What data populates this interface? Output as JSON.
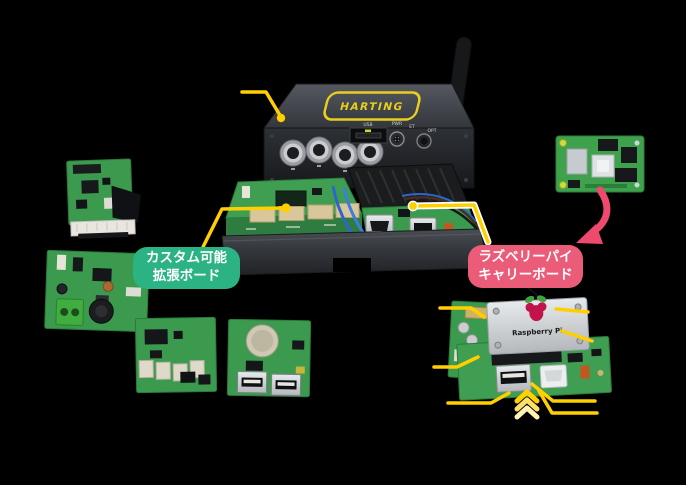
{
  "scene": {
    "background": "#000000",
    "callout_color": "#ffcf00",
    "pcb_green": "#3f9e52",
    "wire_blue": "#2f6fd0"
  },
  "annotations": {
    "expansion_label": {
      "line1": "カスタム可能",
      "line2": "拡張ボード",
      "bg_color": "#2bb383",
      "text_color": "#ffffff"
    },
    "carrier_label": {
      "line1": "ラズベリーパイ",
      "line2": "キャリーボード",
      "bg_color": "#ea5c78",
      "text_color": "#ffffff"
    },
    "pink_arrow_color": "#ee4a6e"
  },
  "mica": {
    "brand": "HARTING",
    "logo_color": "#e8d01c",
    "port_labels": [
      "USB",
      "PWR",
      "ET",
      "OPT"
    ]
  },
  "carrier_case": {
    "label": "Raspberry Pi"
  },
  "icons": {
    "raspberry_logo": {
      "name": "raspberry-pi-logo",
      "berry_color": "#c2134b",
      "leaf_color": "#3da63b"
    },
    "chevron_arrow": {
      "name": "chevron-up-arrow",
      "colors": [
        "#ffcf00",
        "#ffe066",
        "#fff3b3"
      ]
    },
    "callout_dot": {
      "name": "callout-dot",
      "color": "#ffcf00"
    }
  }
}
